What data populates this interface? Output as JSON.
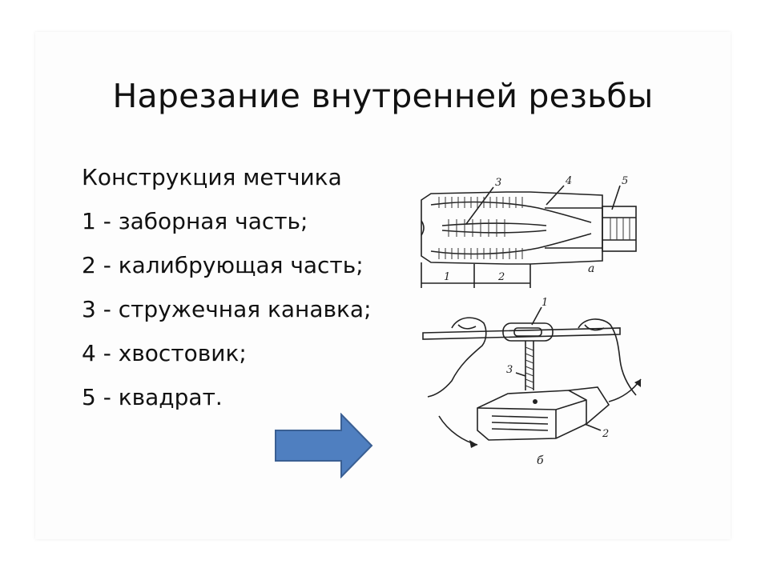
{
  "slide": {
    "title": "Нарезание внутренней резьбы",
    "lines": [
      "Конструкция метчика",
      "1 - заборная часть;",
      "2 - калибрующая часть;",
      "3 - стружечная канавка;",
      "4 - хвостовик;",
      "5 - квадрат."
    ]
  },
  "figure_a": {
    "labels": {
      "n3": "3",
      "n4": "4",
      "n5": "5",
      "n1": "1",
      "n2": "2",
      "caption": "а"
    }
  },
  "figure_b": {
    "labels": {
      "n1": "1",
      "n3": "3",
      "n2": "2",
      "caption": "б"
    }
  },
  "arrow": {
    "color": "#4F7FC0",
    "stroke": "#3A5F93"
  }
}
